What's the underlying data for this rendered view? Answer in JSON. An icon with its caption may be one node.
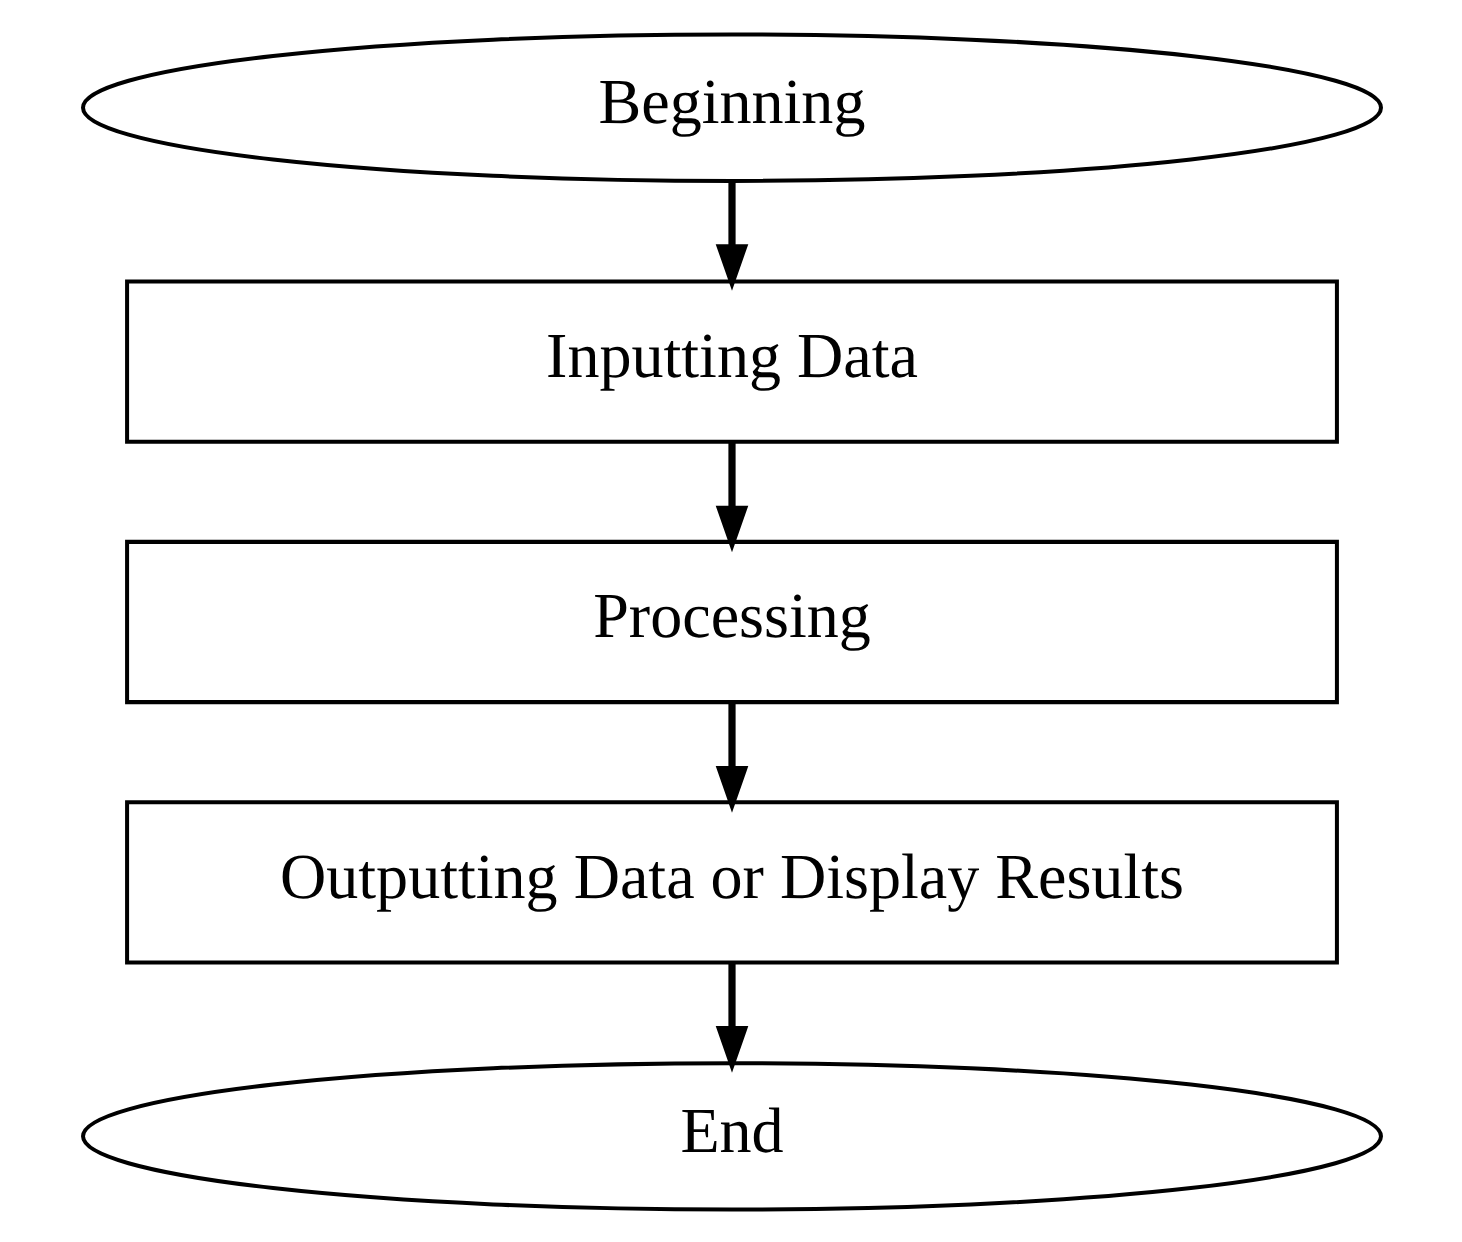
{
  "diagram": {
    "nodes": [
      {
        "text": [
          "Beginning"
        ]
      },
      {
        "text": [
          "Inputting Data"
        ]
      },
      {
        "text": [
          "Processing"
        ]
      },
      {
        "text": [
          "Outputting Data or Display Results"
        ]
      },
      {
        "text": [
          "End"
        ]
      }
    ],
    "edges": [
      {
        "from": 0,
        "to": 1,
        "arrow": "to"
      },
      {
        "from": 1,
        "to": 2,
        "arrow": "to"
      },
      {
        "from": 2,
        "to": 3,
        "arrow": "to"
      },
      {
        "from": 3,
        "to": 4,
        "arrow": "to"
      }
    ]
  }
}
